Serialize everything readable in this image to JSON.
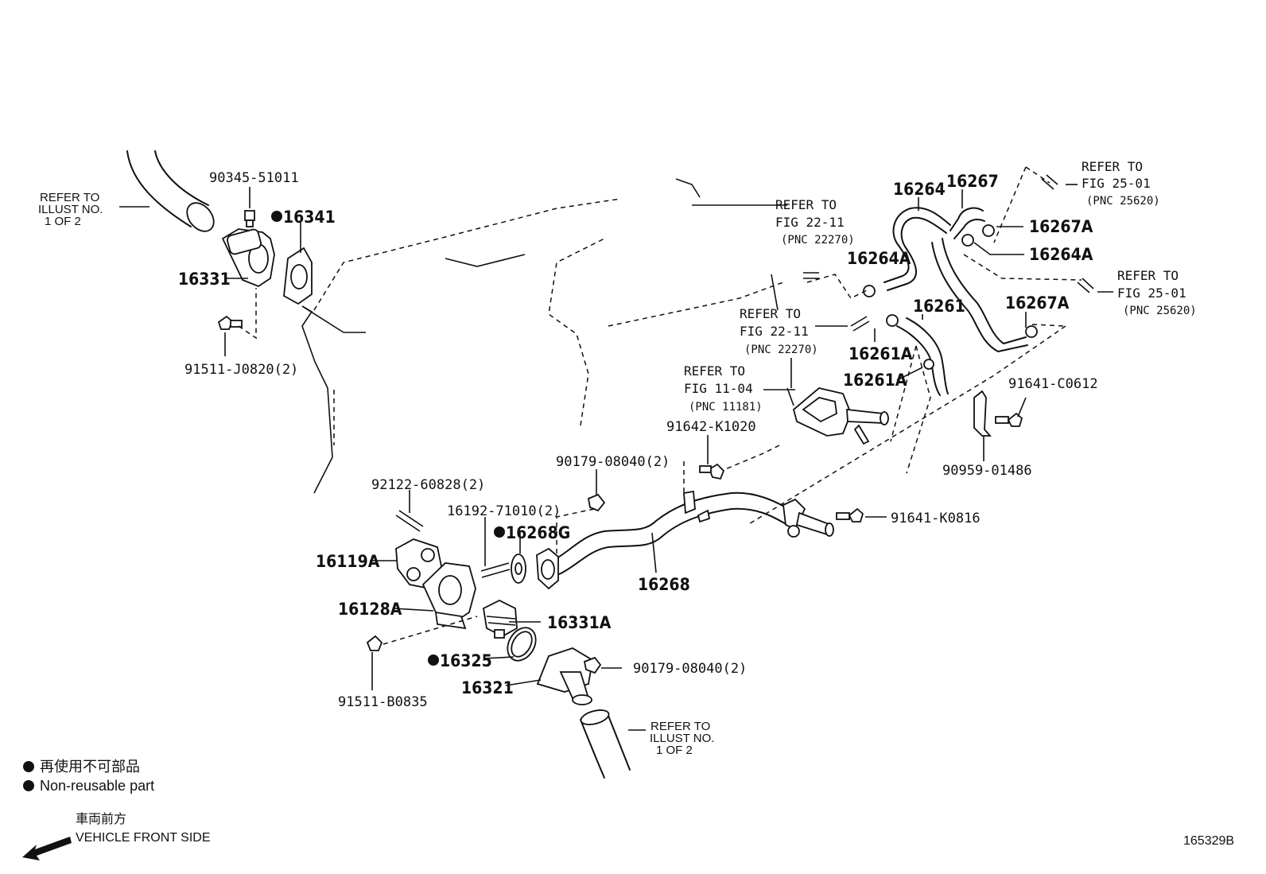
{
  "parts": {
    "p90345": "90345-51011",
    "p16341": "16341",
    "p16331": "16331",
    "p91511j": "91511-J0820(2)",
    "p16264": "16264",
    "p16267": "16267",
    "p16267a_top": "16267A",
    "p16264a_right": "16264A",
    "p16264a_left": "16264A",
    "p16261": "16261",
    "p16267a_low": "16267A",
    "p16261a_1": "16261A",
    "p16261a_2": "16261A",
    "p91641c": "91641-C0612",
    "p90959": "90959-01486",
    "p91642": "91642-K1020",
    "p90179_top": "90179-08040(2)",
    "p92122": "92122-60828(2)",
    "p16192": "16192-71010(2)",
    "p16268g": "16268G",
    "p91641k": "91641-K0816",
    "p16119a": "16119A",
    "p16268": "16268",
    "p16128a": "16128A",
    "p16331a": "16331A",
    "p16325": "16325",
    "p90179_low": "90179-08040(2)",
    "p16321": "16321",
    "p91511b": "91511-B0835"
  },
  "refs": {
    "illust_top": [
      "REFER TO",
      "ILLUST NO.",
      "1 OF 2"
    ],
    "illust_bottom": [
      "REFER TO",
      "ILLUST NO.",
      "1 OF 2"
    ],
    "fig2211_a": [
      "REFER TO",
      "FIG 22-11",
      "(PNC 22270)"
    ],
    "fig2211_b": [
      "REFER TO",
      "FIG 22-11",
      "(PNC 22270)"
    ],
    "fig1104": [
      "REFER TO",
      "FIG 11-04",
      "(PNC 11181)"
    ],
    "fig2501_a": [
      "REFER TO",
      "FIG 25-01",
      "(PNC 25620)"
    ],
    "fig2501_b": [
      "REFER TO",
      "FIG 25-01",
      "(PNC 25620)"
    ]
  },
  "legend": {
    "jp": "再使用不可部品",
    "en": "Non-reusable part",
    "front_jp": "車両前方",
    "front_en": "VEHICLE FRONT SIDE"
  },
  "figure_id": "165329B"
}
